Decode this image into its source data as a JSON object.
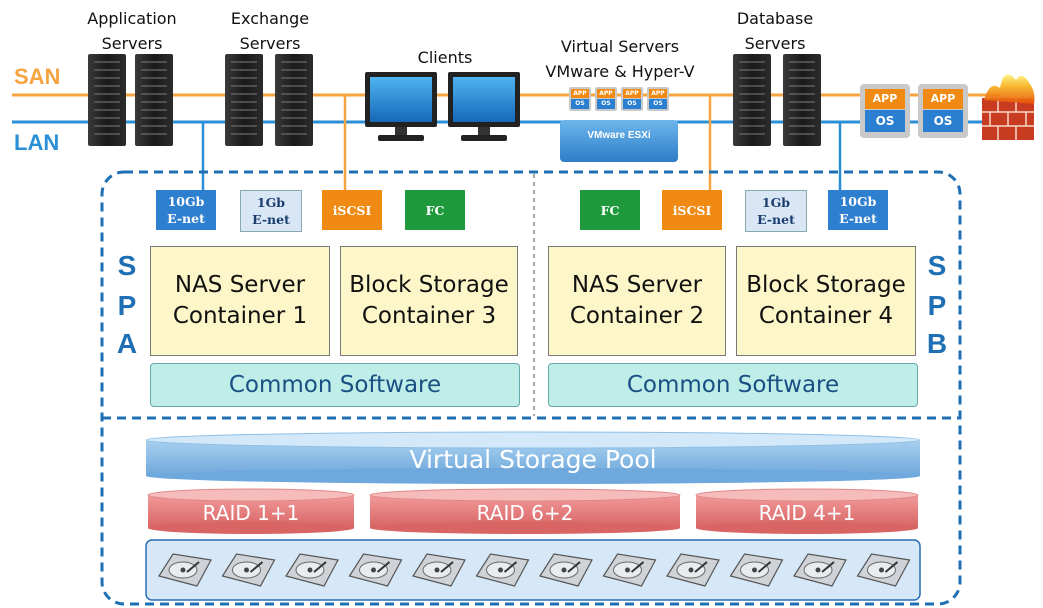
{
  "network": {
    "san_label": "SAN",
    "lan_label": "LAN",
    "san_color": "#f5a441",
    "lan_color": "#2a8fd6"
  },
  "top": {
    "application_servers": "Application\nServers",
    "exchange_servers": "Exchange\nServers",
    "clients": "Clients",
    "virtual_servers": "Virtual Servers\nVMware & Hyper-V",
    "database_servers": "Database\nServers",
    "vmware_esxi": "VMware ESXi",
    "vm_app": "APP",
    "vm_os": "OS"
  },
  "spa": {
    "letters": [
      "S",
      "P",
      "A"
    ],
    "ports": [
      {
        "label": "10Gb\nE-net",
        "color": "#2f7fd0"
      },
      {
        "label": "1Gb\nE-net",
        "color": "#d8e6f5"
      },
      {
        "label": "iSCSI",
        "color": "#f08a12"
      },
      {
        "label": "FC",
        "color": "#1e9a3c"
      }
    ],
    "containers": [
      "NAS Server\nContainer 1",
      "Block Storage\nContainer 3"
    ],
    "common": "Common Software"
  },
  "spb": {
    "letters": [
      "S",
      "P",
      "B"
    ],
    "ports": [
      {
        "label": "FC",
        "color": "#1e9a3c"
      },
      {
        "label": "iSCSI",
        "color": "#f08a12"
      },
      {
        "label": "1Gb\nE-net",
        "color": "#d8e6f5"
      },
      {
        "label": "10Gb\nE-net",
        "color": "#2f7fd0"
      }
    ],
    "containers": [
      "NAS Server\nContainer 2",
      "Block Storage\nContainer 4"
    ],
    "common": "Common Software"
  },
  "storage": {
    "pool": "Virtual Storage Pool",
    "raids": [
      "RAID 1+1",
      "RAID 6+2",
      "RAID 4+1"
    ],
    "disk_count": 12
  },
  "right_vms": [
    {
      "app": "APP",
      "os": "OS"
    },
    {
      "app": "APP",
      "os": "OS"
    }
  ],
  "icons": [
    "server-rack-icon",
    "monitor-icon",
    "hard-disk-icon",
    "firewall-icon"
  ]
}
